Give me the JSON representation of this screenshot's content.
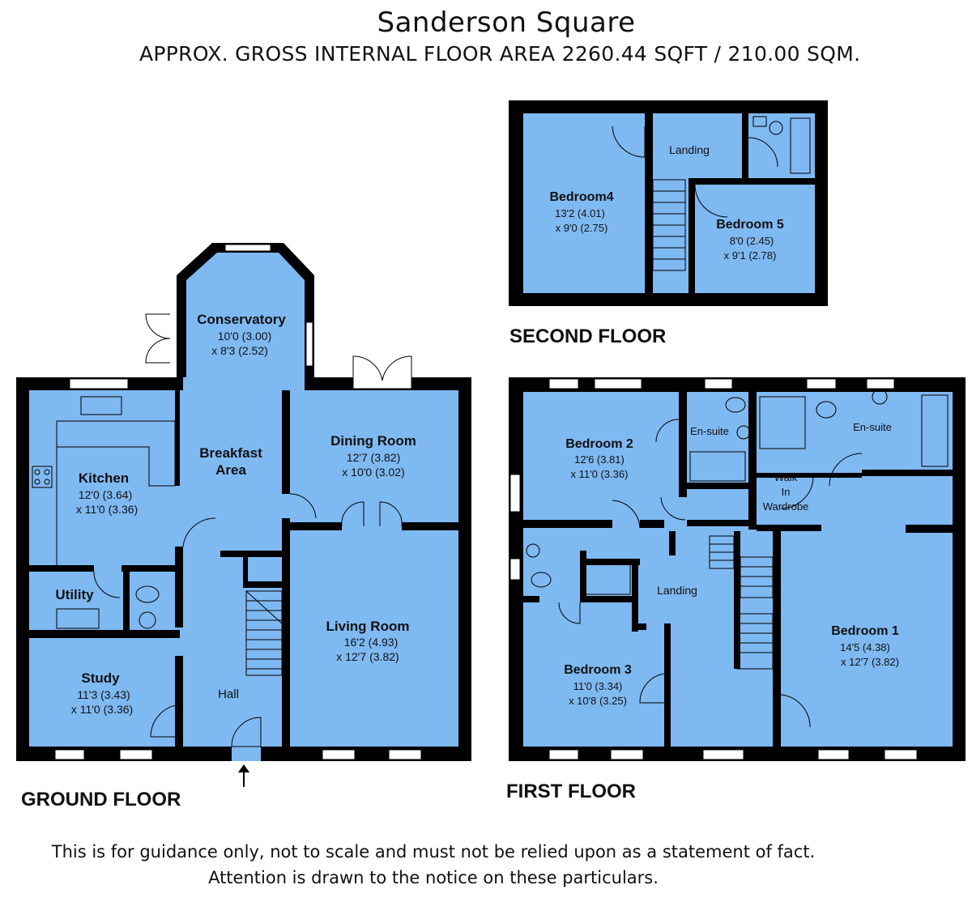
{
  "header": {
    "title": "Sanderson Square",
    "subtitle": "APPROX. GROSS INTERNAL FLOOR AREA 2260.44 SQFT / 210.00 SQM."
  },
  "floors": {
    "ground": "GROUND FLOOR",
    "first": "FIRST FLOOR",
    "second": "SECOND FLOOR"
  },
  "rooms": {
    "conservatory": {
      "name": "Conservatory",
      "dim1": "10'0 (3.00)",
      "dim2": "x 8'3 (2.52)"
    },
    "kitchen": {
      "name": "Kitchen",
      "dim1": "12'0 (3.64)",
      "dim2": "x 11'0 (3.36)"
    },
    "breakfast": {
      "name1": "Breakfast",
      "name2": "Area"
    },
    "dining": {
      "name": "Dining Room",
      "dim1": "12'7 (3.82)",
      "dim2": "x 10'0 (3.02)"
    },
    "utility": {
      "name": "Utility"
    },
    "living": {
      "name": "Living Room",
      "dim1": "16'2 (4.93)",
      "dim2": "x 12'7 (3.82)"
    },
    "study": {
      "name": "Study",
      "dim1": "11'3 (3.43)",
      "dim2": "x 11'0 (3.36)"
    },
    "hall": {
      "name": "Hall"
    },
    "bedroom4": {
      "name": "Bedroom4",
      "dim1": "13'2 (4.01)",
      "dim2": "x 9'0 (2.75)"
    },
    "landing2": {
      "name": "Landing"
    },
    "bedroom5": {
      "name": "Bedroom 5",
      "dim1": "8'0 (2.45)",
      "dim2": "x 9'1 (2.78)"
    },
    "bedroom2": {
      "name": "Bedroom 2",
      "dim1": "12'6 (3.81)",
      "dim2": "x 11'0 (3.36)"
    },
    "ensuite1": {
      "name": "En-suite"
    },
    "ensuite2": {
      "name": "En-suite"
    },
    "wardrobe": {
      "name1": "Walk",
      "name2": "In",
      "name3": "Wardrobe"
    },
    "landing1": {
      "name": "Landing"
    },
    "bedroom3": {
      "name": "Bedroom 3",
      "dim1": "11'0 (3.34)",
      "dim2": "x 10'8 (3.25)"
    },
    "bedroom1": {
      "name": "Bedroom 1",
      "dim1": "14'5 (4.38)",
      "dim2": "x 12'7 (3.82)"
    }
  },
  "disclaimer": {
    "line1": "This is for guidance only, not to scale and must not be relied upon as a statement of fact.",
    "line2": "Attention is drawn to the notice on these particulars."
  },
  "colors": {
    "room_fill": "#7fb9f2",
    "wall": "#000000"
  }
}
